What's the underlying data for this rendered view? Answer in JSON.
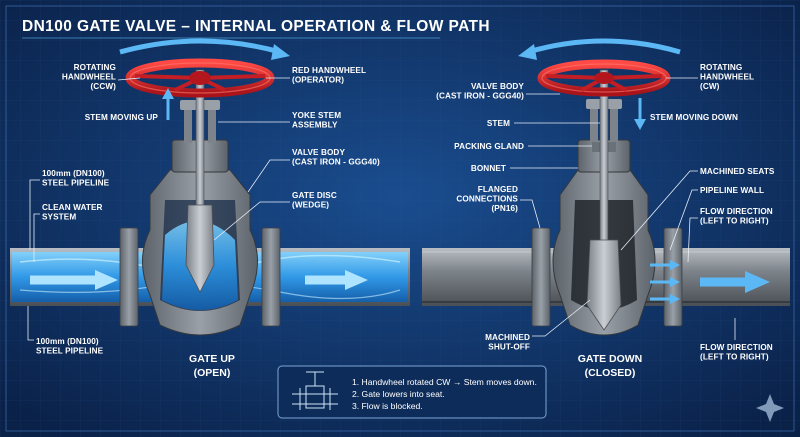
{
  "title": "DN100 GATE VALVE – INTERNAL OPERATION & FLOW PATH",
  "left": {
    "labels": {
      "rotating_handwheel": [
        "ROTATING",
        "HANDWHEEL",
        "(CCW)"
      ],
      "stem_moving": [
        "STEM MOVING UP"
      ],
      "pipeline_top": [
        "100mm (DN100)",
        "STEEL PIPELINE"
      ],
      "clean_water": [
        "CLEAN WATER",
        "SYSTEM"
      ],
      "pipeline_bottom": [
        "100mm (DN100)",
        "STEEL PIPELINE"
      ],
      "red_handwheel": [
        "RED HANDWHEEL",
        "(OPERATOR)"
      ],
      "yoke_stem": [
        "YOKE STEM",
        "ASSEMBLY"
      ],
      "valve_body": [
        "VALVE BODY",
        "(CAST IRON - GGG40)"
      ],
      "gate_disc": [
        "GATE DISC",
        "(WEDGE)"
      ]
    },
    "caption": [
      "GATE UP",
      "(OPEN)"
    ]
  },
  "right": {
    "labels": {
      "valve_body": [
        "VALVE BODY",
        "(CAST IRON - GGG40)"
      ],
      "stem": [
        "STEM"
      ],
      "packing_gland": [
        "PACKING GLAND"
      ],
      "bonnet": [
        "BONNET"
      ],
      "flanged": [
        "FLANGED",
        "CONNECTIONS",
        "(PN16)"
      ],
      "rotating_handwheel": [
        "ROTATING",
        "HANDWHEEL",
        "(CW)"
      ],
      "stem_moving": [
        "STEM MOVING DOWN"
      ],
      "machined_seats": [
        "MACHINED SEATS"
      ],
      "pipeline_wall": [
        "PIPELINE WALL"
      ],
      "flow_direction_top": [
        "FLOW DIRECTION",
        "(LEFT TO RIGHT)"
      ],
      "machined_shutoff": [
        "MACHINED",
        "SHUT-OFF"
      ],
      "flow_direction_bottom": [
        "FLOW DIRECTION",
        "(LEFT TO RIGHT)"
      ]
    },
    "caption": [
      "GATE DOWN",
      "(CLOSED)"
    ]
  },
  "notes": [
    "1. Handwheel rotated CW → Stem moves down.",
    "2. Gate lowers into seat.",
    "3. Flow is blocked."
  ],
  "colors": {
    "background": "#0d2a55",
    "handwheel": "#d9252a",
    "metal": "#8e949c",
    "water": "#3fb4ff",
    "arrow": "#5bb8f5"
  }
}
